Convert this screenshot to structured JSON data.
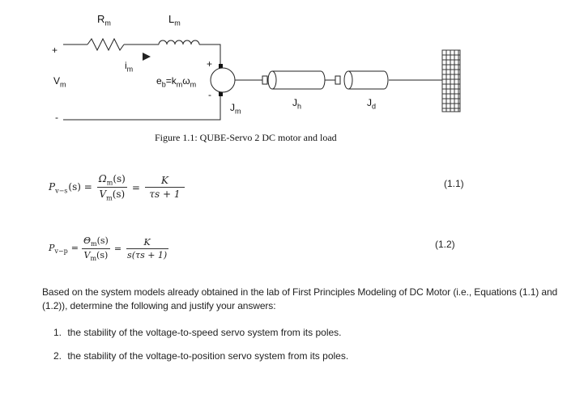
{
  "diagram": {
    "resistor_label": "R",
    "resistor_sub": "m",
    "inductor_label": "L",
    "inductor_sub": "m",
    "current_label": "i",
    "current_sub": "m",
    "voltage_label": "V",
    "voltage_sub": "m",
    "plus_left": "+",
    "minus_left": "-",
    "plus_motor": "+",
    "minus_motor": "-",
    "backemf_label": "e",
    "backemf_sub": "b",
    "backemf_eq": "=k",
    "backemf_eq_sub": "m",
    "backemf_omega": "ω",
    "backemf_omega_sub": "m",
    "motor_inertia_label": "J",
    "motor_inertia_sub": "m",
    "hub_inertia_label": "J",
    "hub_inertia_sub": "h",
    "disk_inertia_label": "J",
    "disk_inertia_sub": "d",
    "caption": "Figure 1.1: QUBE-Servo 2 DC motor and load"
  },
  "equations": {
    "eq1": {
      "lhs": "P",
      "lhs_sub": "v−s",
      "lhs_arg": "(s) =",
      "num1": "Ω",
      "num1_sub": "m",
      "num1_arg": "(s)",
      "den1": "V",
      "den1_sub": "m",
      "den1_arg": "(s)",
      "eq_sign": "=",
      "num2": "K",
      "den2": "τs + 1",
      "number": "(1.1)"
    },
    "eq2": {
      "lhs": "P",
      "lhs_sub": "v−p",
      "lhs_eq": "=",
      "num1": "Θ",
      "num1_sub": "m",
      "num1_arg": "(s)",
      "den1": "V",
      "den1_sub": "m",
      "den1_arg": "(s)",
      "eq_sign": "=",
      "num2": "K",
      "den2": "s(τs + 1)",
      "number": "(1.2)"
    }
  },
  "body": {
    "paragraph": "Based on the system models already obtained in the lab of First Principles Modeling of DC Motor (i.e., Equations (1.1) and (1.2)), determine the following and justify your answers:",
    "items": [
      {
        "num": "1.",
        "text": "the stability of the voltage-to-speed servo system from its poles."
      },
      {
        "num": "2.",
        "text": "the stability of the voltage-to-position servo system from its poles."
      }
    ]
  }
}
